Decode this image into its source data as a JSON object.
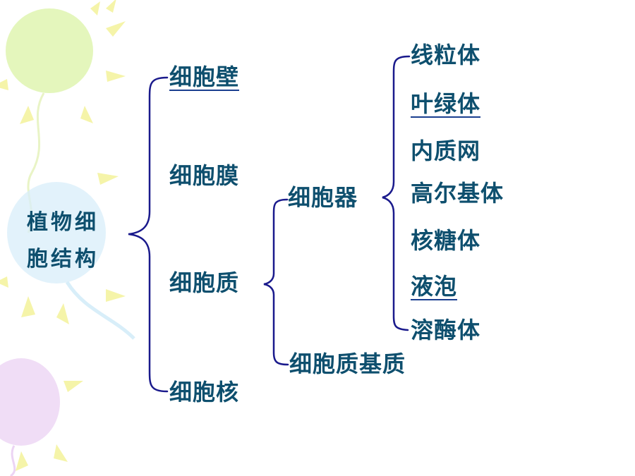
{
  "colors": {
    "text": "#0e4f6e",
    "brace": "#1a1a8c",
    "underline": "#1a3e8f",
    "balloon_green": "#dff5b0",
    "balloon_blue": "#d8eef9",
    "balloon_purple": "#ecd4f4",
    "ray_yellow": "#f4f3a0"
  },
  "root": {
    "line1": "植物细",
    "line2": "胞结构"
  },
  "level1": {
    "cell_wall": "细胞壁",
    "cell_membrane": "细胞膜",
    "cytoplasm": "细胞质",
    "nucleus": "细胞核"
  },
  "level2": {
    "organelles": "细胞器",
    "cytoplasmic_matrix": "细胞质基质"
  },
  "level3": {
    "mitochondria": "线粒体",
    "chloroplast": "叶绿体",
    "er": "内质网",
    "golgi": "高尔基体",
    "ribosome": "核糖体",
    "vacuole": "液泡",
    "lysosome": "溶酶体"
  }
}
